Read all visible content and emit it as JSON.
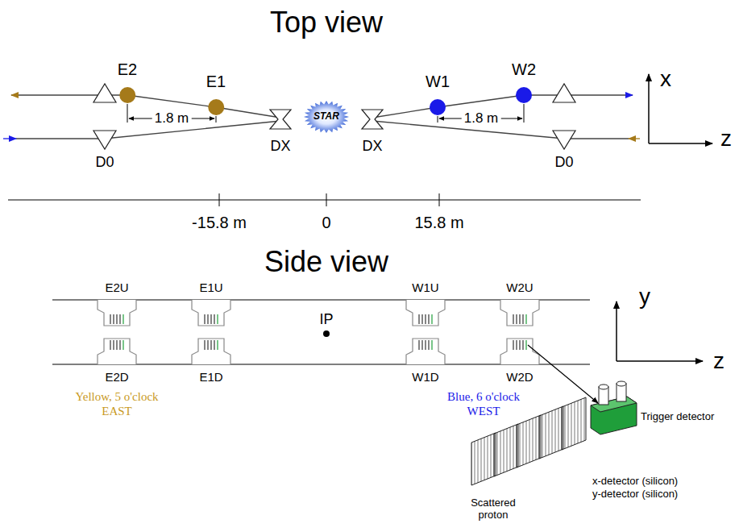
{
  "diagram": {
    "nodes": [
      {
        "text": [
          "E2"
        ]
      },
      {
        "text": [
          "E1"
        ]
      },
      {
        "text": [
          "STAR"
        ]
      },
      {
        "text": [
          "W1"
        ]
      },
      {
        "text": [
          "W2"
        ]
      }
    ],
    "labels": [
      "Top view",
      "1.8 m",
      "1.8 m",
      "DX",
      "DX",
      "D0",
      "D0",
      "x",
      "z",
      "-15.8 m",
      "0",
      "15.8 m",
      "Side view",
      "E2U",
      "E1U",
      "W1U",
      "W2U",
      "IP",
      "y",
      "z",
      "E2D",
      "E1D",
      "W1D",
      "W2D",
      "Yellow, 5 o'clock",
      "EAST",
      "Blue, 6 o'clock",
      "WEST",
      "Trigger detector",
      "x-detector (silicon)",
      "y-detector (silicon)",
      "Scattered proton"
    ]
  }
}
